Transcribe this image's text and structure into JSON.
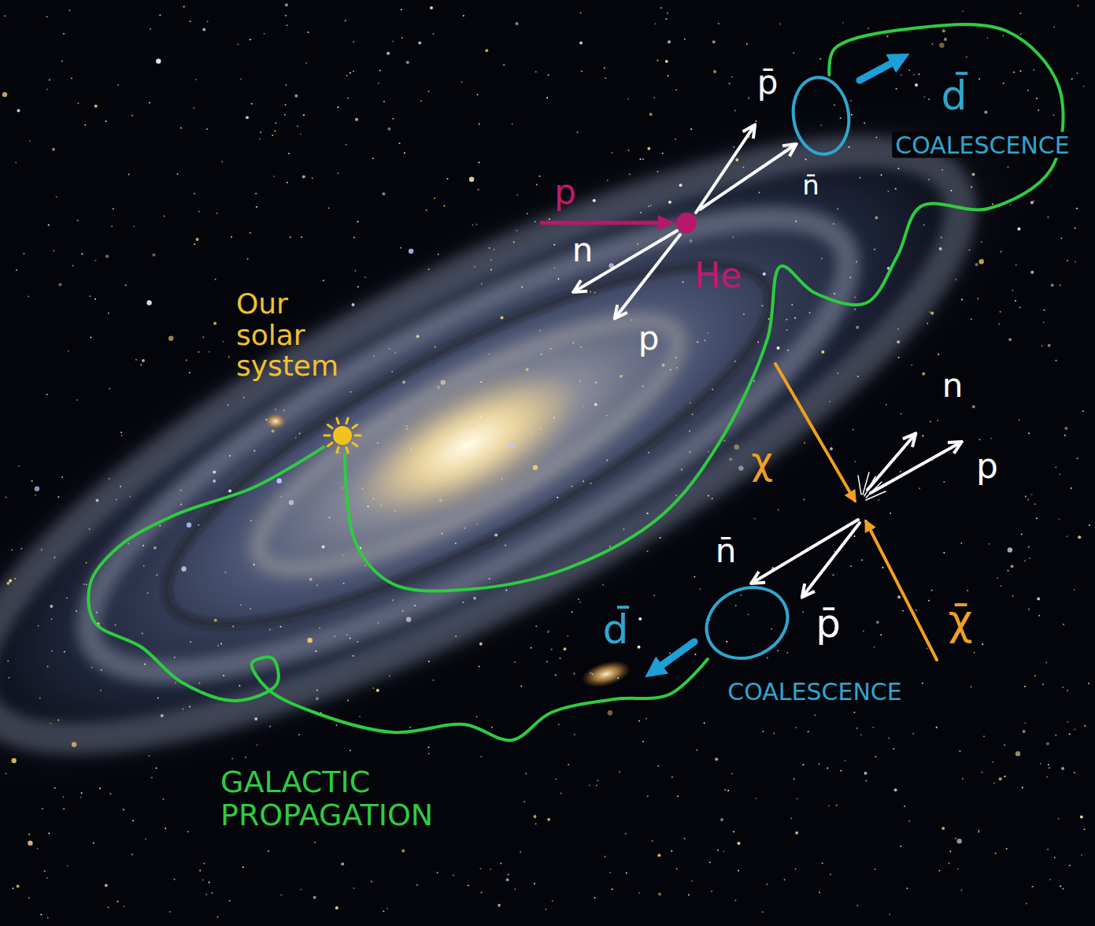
{
  "diagram": {
    "nodes": [
      {
        "text": [
          "d̄",
          "COALESCENCE"
        ]
      },
      {
        "text": [
          "Our solar system"
        ]
      },
      {
        "text": [
          "d̄",
          "COALESCENCE"
        ]
      }
    ],
    "edges": [
      {
        "from": 0,
        "to": 1,
        "arrow": "none"
      },
      {
        "from": 2,
        "to": 1,
        "arrow": "none"
      }
    ],
    "labels": [
      "p",
      "He",
      "n",
      "p",
      "p̄",
      "n̄",
      "χ",
      "n",
      "p",
      "n̄",
      "p̄",
      "χ̄",
      "GALACTIC PROPAGATION"
    ]
  }
}
